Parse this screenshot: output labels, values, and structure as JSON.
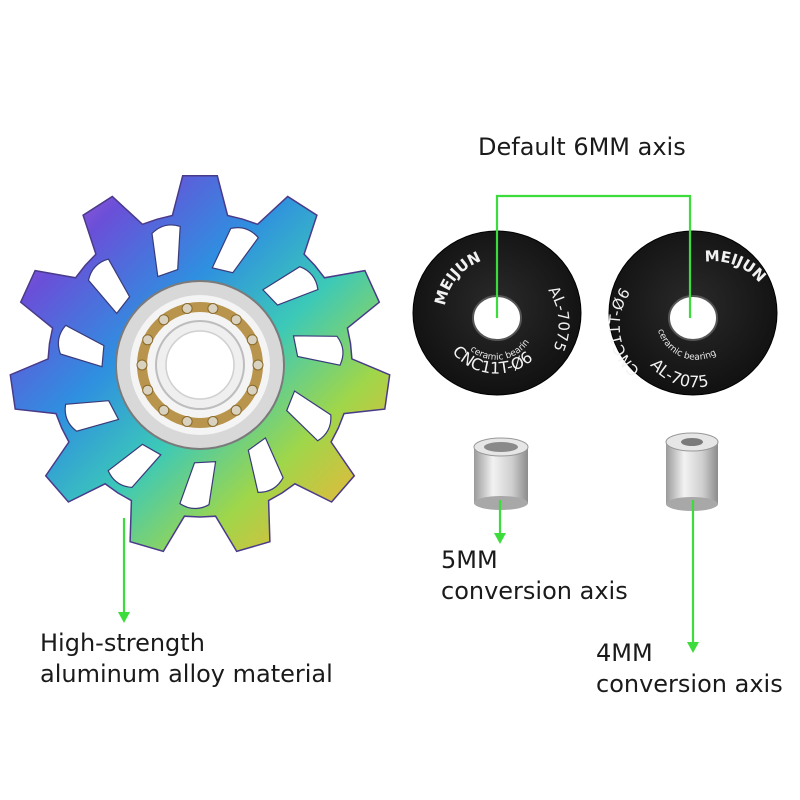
{
  "colors": {
    "pointer_line": "#3ddc3d",
    "cap_fill": "#1c1c1c",
    "cap_text": "#f2f2f2",
    "sleeve": "#c9c9c9",
    "bearing_ring": "#b8944c",
    "bearing_inner": "#efefef"
  },
  "labels": {
    "default_axis": "Default 6MM axis",
    "conv_5mm_line1": "5MM",
    "conv_5mm_line2": "conversion axis",
    "conv_4mm_line1": "4MM",
    "conv_4mm_line2": "conversion axis",
    "material_line1": "High-strength",
    "material_line2": "aluminum alloy material"
  },
  "cap_left": {
    "brand": "MEIJUN",
    "model": "AL-7075",
    "code": "CNC11T-Ø6",
    "bearing": "ceramic bearing"
  },
  "cap_right": {
    "brand": "MEIJUN",
    "model": "AL-7075",
    "code": "CNC11T-Ø6",
    "bearing": "ceramic bearing"
  },
  "pulley": {
    "teeth": 11
  }
}
